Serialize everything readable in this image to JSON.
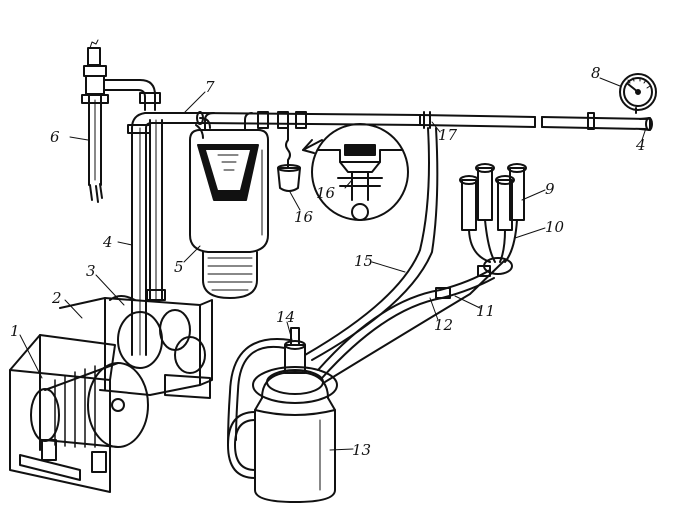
{
  "colors": {
    "ink": "#111111",
    "paper": "#ffffff"
  },
  "callouts": [
    {
      "id": "1",
      "text": "1"
    },
    {
      "id": "2",
      "text": "2"
    },
    {
      "id": "3",
      "text": "3"
    },
    {
      "id": "4a",
      "text": "4"
    },
    {
      "id": "4b",
      "text": "4"
    },
    {
      "id": "5",
      "text": "5"
    },
    {
      "id": "6",
      "text": "6"
    },
    {
      "id": "7",
      "text": "7"
    },
    {
      "id": "8",
      "text": "8"
    },
    {
      "id": "9",
      "text": "9"
    },
    {
      "id": "10",
      "text": "10"
    },
    {
      "id": "11",
      "text": "11"
    },
    {
      "id": "12",
      "text": "12"
    },
    {
      "id": "13",
      "text": "13"
    },
    {
      "id": "14",
      "text": "14"
    },
    {
      "id": "15",
      "text": "15"
    },
    {
      "id": "16a",
      "text": "16"
    },
    {
      "id": "16b",
      "text": "16"
    },
    {
      "id": "17",
      "text": "17"
    }
  ]
}
